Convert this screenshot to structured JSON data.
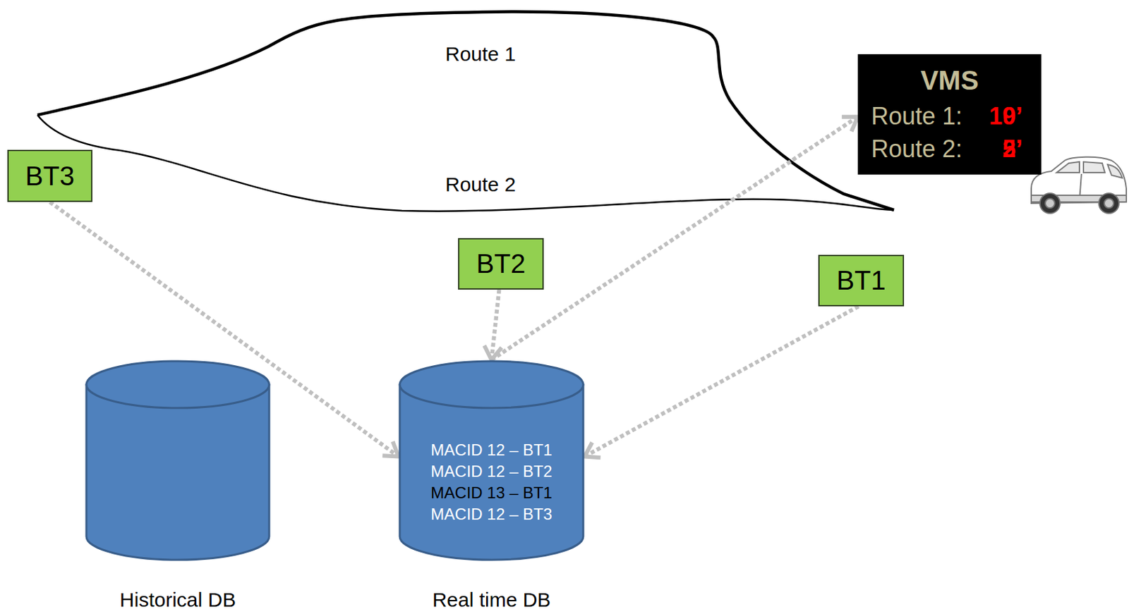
{
  "diagram": {
    "nodes": [
      {
        "text": [
          "VMS",
          "Route 1:",
          "10’",
          "9’",
          "Route 2:",
          "5’",
          "2’"
        ]
      },
      {
        "text": [
          "BT3"
        ]
      },
      {
        "text": [
          "BT2"
        ]
      },
      {
        "text": [
          "BT1"
        ]
      },
      {
        "text": [
          "Historical DB"
        ]
      },
      {
        "text": [
          "MACID 12 – BT1",
          "MACID 12 – BT2",
          "MACID 13 – BT1",
          "MACID 12 – BT3",
          "Real time DB"
        ]
      }
    ],
    "edges": [
      {
        "from": 1,
        "to": 5,
        "arrow": "to"
      },
      {
        "from": 2,
        "to": 5,
        "arrow": "to"
      },
      {
        "from": 3,
        "to": 5,
        "arrow": "to"
      },
      {
        "from": 5,
        "to": 0,
        "arrow": "to"
      }
    ],
    "labels": [
      "Route 1",
      "Route 2"
    ]
  }
}
